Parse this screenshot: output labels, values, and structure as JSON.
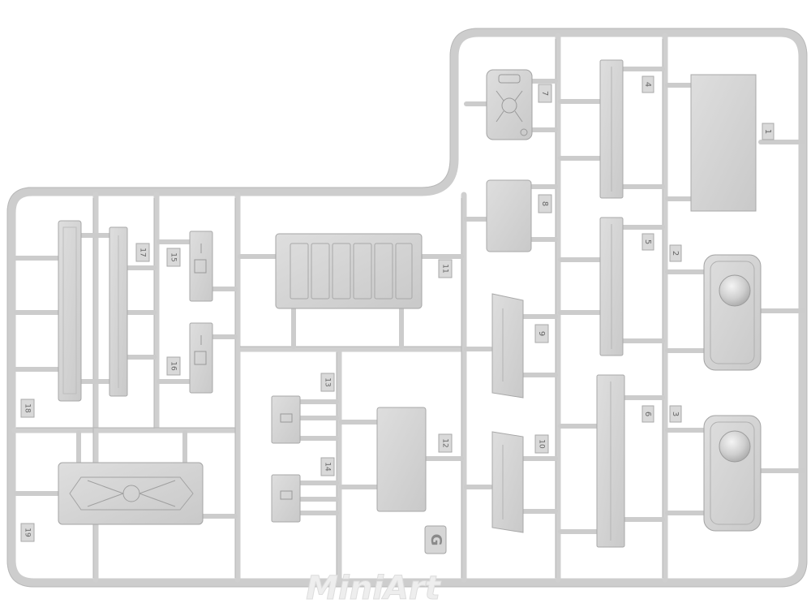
{
  "sprue": {
    "letter": "G",
    "part_numbers": [
      "1",
      "2",
      "3",
      "4",
      "5",
      "6",
      "7",
      "8",
      "9",
      "10",
      "11",
      "12",
      "13",
      "14",
      "15",
      "16",
      "17",
      "18",
      "19"
    ]
  },
  "watermark": {
    "text": "MiniArt"
  },
  "colors": {
    "background": "#ffffff",
    "plastic": "#d4d4d4",
    "plastic_light": "#e3e3e3",
    "plastic_edge": "#a7a7a7",
    "frame": "#cfcfcf"
  }
}
